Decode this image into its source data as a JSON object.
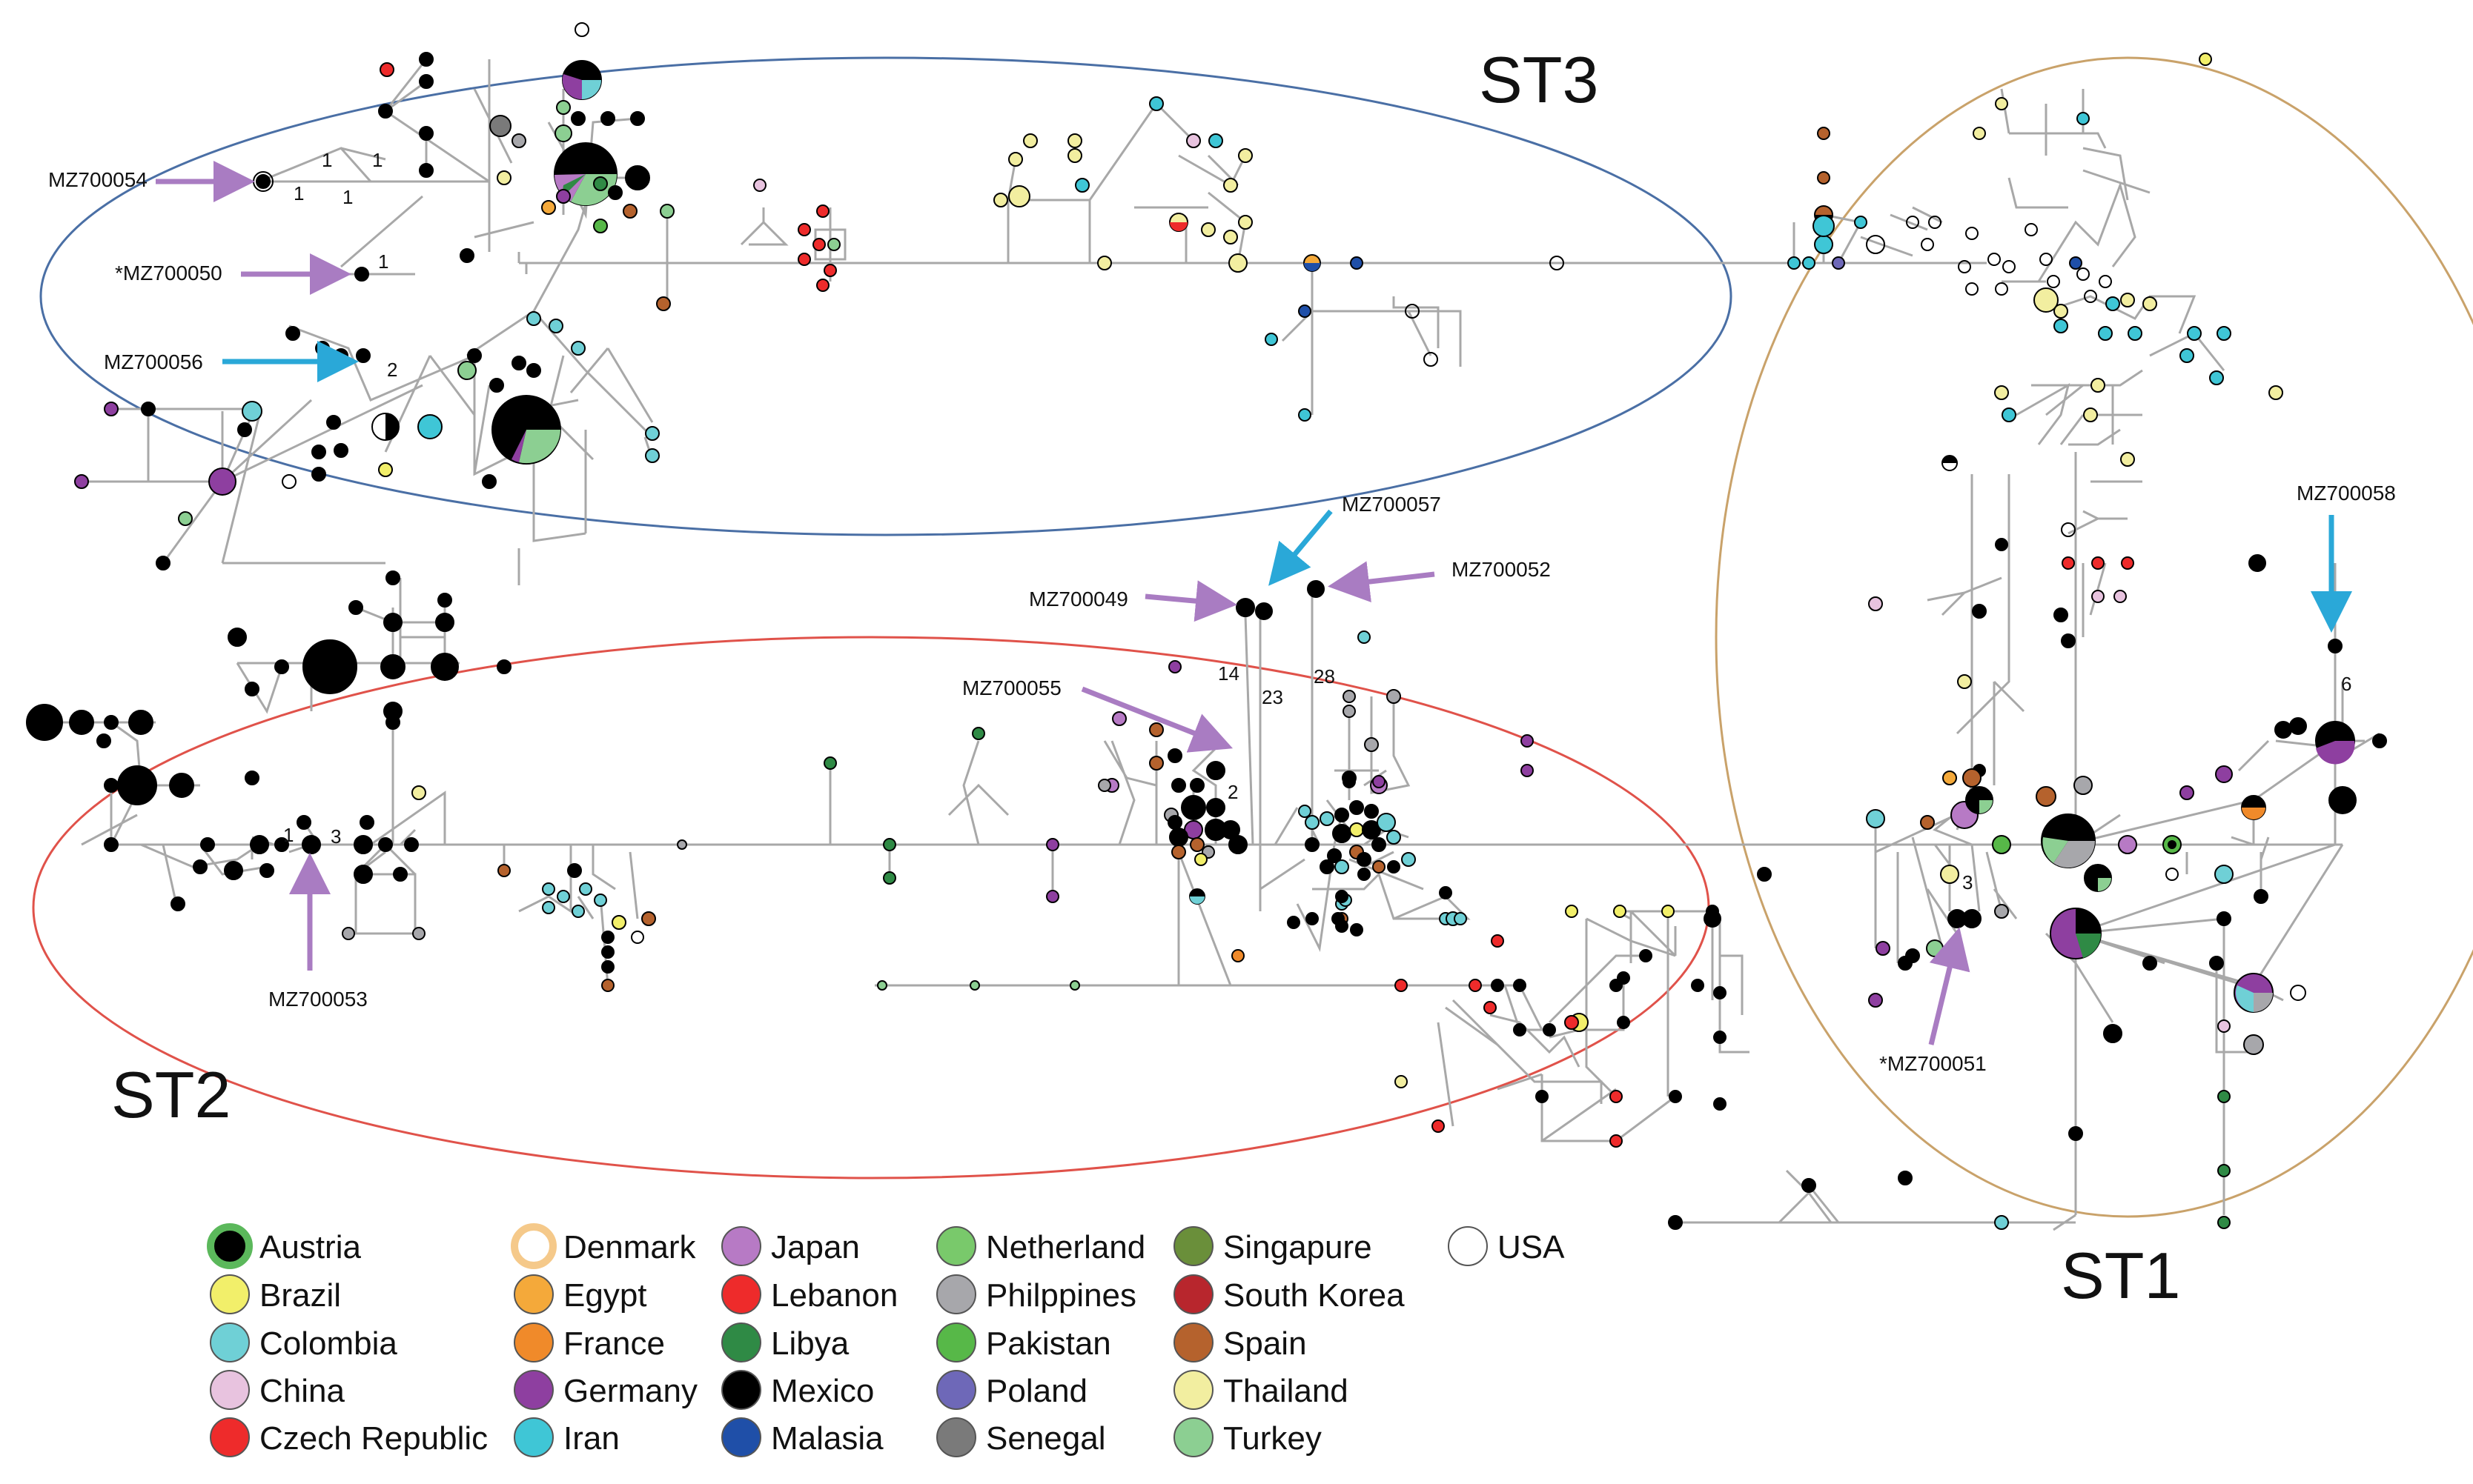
{
  "clusters": [
    {
      "id": "st3",
      "label": "ST3",
      "stroke": "#4a6fa5"
    },
    {
      "id": "st2",
      "label": "ST2",
      "stroke": "#e0524a"
    },
    {
      "id": "st1",
      "label": "ST1",
      "stroke": "#c9a26a"
    }
  ],
  "annotations": [
    {
      "id": "mz700054",
      "label": "MZ700054",
      "arrow_color": "#a97cc2"
    },
    {
      "id": "mz700050",
      "label": "*MZ700050",
      "arrow_color": "#a97cc2"
    },
    {
      "id": "mz700056",
      "label": "MZ700056",
      "arrow_color": "#2aa8d8"
    },
    {
      "id": "mz700057",
      "label": "MZ700057",
      "arrow_color": "#2aa8d8"
    },
    {
      "id": "mz700052",
      "label": "MZ700052",
      "arrow_color": "#a97cc2"
    },
    {
      "id": "mz700049",
      "label": "MZ700049",
      "arrow_color": "#a97cc2"
    },
    {
      "id": "mz700055",
      "label": "MZ700055",
      "arrow_color": "#a97cc2"
    },
    {
      "id": "mz700053",
      "label": "MZ700053",
      "arrow_color": "#a97cc2"
    },
    {
      "id": "mz700051",
      "label": "*MZ700051",
      "arrow_color": "#a97cc2"
    },
    {
      "id": "mz700058",
      "label": "MZ700058",
      "arrow_color": "#2aa8d8"
    }
  ],
  "branch_labels": [
    "1",
    "1",
    "1",
    "1",
    "1",
    "2",
    "1",
    "3",
    "14",
    "23",
    "28",
    "2",
    "3",
    "6"
  ],
  "legend": [
    {
      "country": "Austria",
      "color": "#000000",
      "ring": "#5bb85b"
    },
    {
      "country": "Brazil",
      "color": "#f2ef6a"
    },
    {
      "country": "Colombia",
      "color": "#6fd0d6"
    },
    {
      "country": "China",
      "color": "#e8c3df"
    },
    {
      "country": "Czech Republic",
      "color": "#ee2b2b"
    },
    {
      "country": "Denmark",
      "color": "#ffffff",
      "ring": "#f5c98a"
    },
    {
      "country": "Egypt",
      "color": "#f4a93a"
    },
    {
      "country": "France",
      "color": "#f08a2a"
    },
    {
      "country": "Germany",
      "color": "#8e3fa0"
    },
    {
      "country": "Iran",
      "color": "#3fc6d6"
    },
    {
      "country": "Japan",
      "color": "#b77ac5"
    },
    {
      "country": "Lebanon",
      "color": "#ee2b2b"
    },
    {
      "country": "Libya",
      "color": "#2f8a45"
    },
    {
      "country": "Mexico",
      "color": "#000000"
    },
    {
      "country": "Malasia",
      "color": "#1f4fa8"
    },
    {
      "country": "Netherland",
      "color": "#79c96b"
    },
    {
      "country": "Philppines",
      "color": "#a7a7ab"
    },
    {
      "country": "Pakistan",
      "color": "#57b848"
    },
    {
      "country": "Poland",
      "color": "#6e68b8"
    },
    {
      "country": "Senegal",
      "color": "#7a7a7a"
    },
    {
      "country": "Singapure",
      "color": "#6a8f3a"
    },
    {
      "country": "South Korea",
      "color": "#b8262d"
    },
    {
      "country": "Spain",
      "color": "#b5622d"
    },
    {
      "country": "Thailand",
      "color": "#f2eea0"
    },
    {
      "country": "Turkey",
      "color": "#8ccf92"
    },
    {
      "country": "USA",
      "color": "#ffffff"
    }
  ]
}
